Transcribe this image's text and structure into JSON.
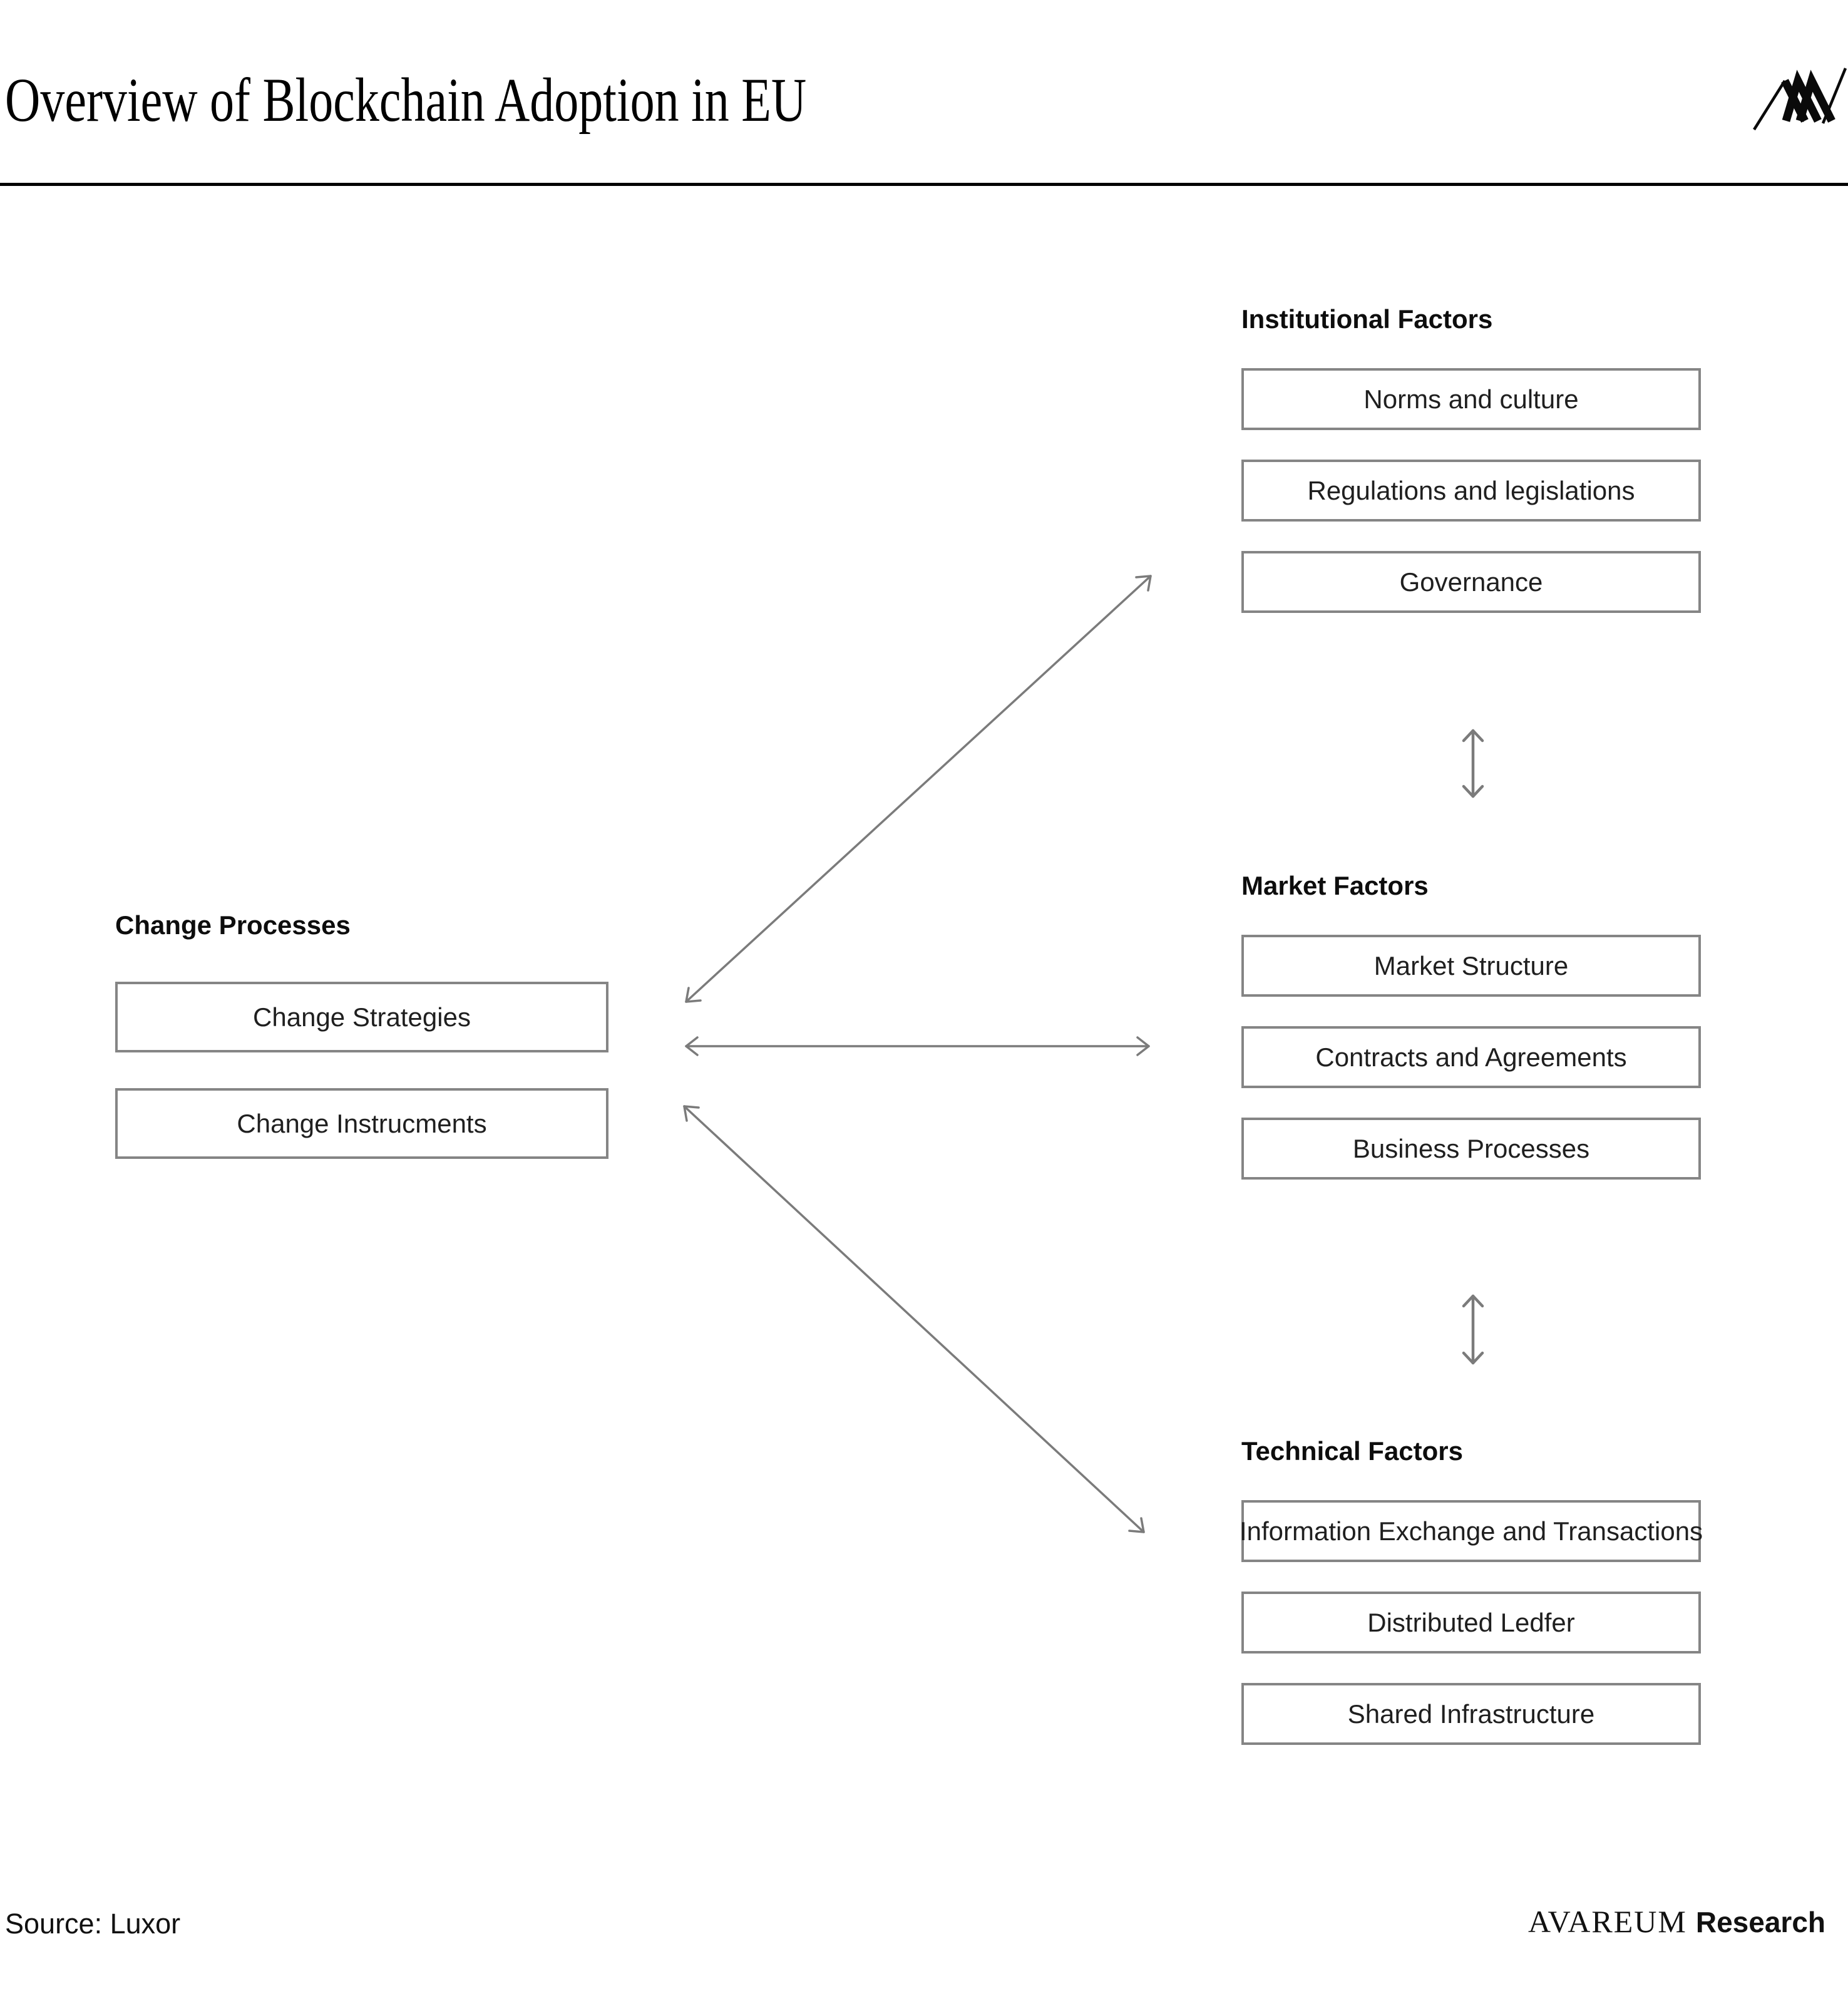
{
  "header": {
    "title": "Overview of Blockchain Adoption in EU",
    "logo": "avareum-monogram"
  },
  "colors": {
    "box_border": "#858585",
    "arrow": "#7b7b7b",
    "text": "#1f1f1f",
    "heading": "#0d0d0d",
    "rule": "#000000"
  },
  "left_group": {
    "heading": "Change Processes",
    "items": [
      "Change Strategies",
      "Change Instrucments"
    ]
  },
  "right_groups": [
    {
      "heading": "Institutional Factors",
      "items": [
        "Norms and culture",
        "Regulations and legislations",
        "Governance"
      ]
    },
    {
      "heading": "Market Factors",
      "items": [
        "Market Structure",
        "Contracts and Agreements",
        "Business Processes"
      ]
    },
    {
      "heading": "Technical Factors",
      "items": [
        "Information Exchange and Transactions",
        "Distributed Ledfer",
        "Shared Infrastructure"
      ]
    }
  ],
  "footer": {
    "source": "Source: Luxor",
    "brand_serif": "AVAREUM",
    "brand_bold": "Research"
  }
}
